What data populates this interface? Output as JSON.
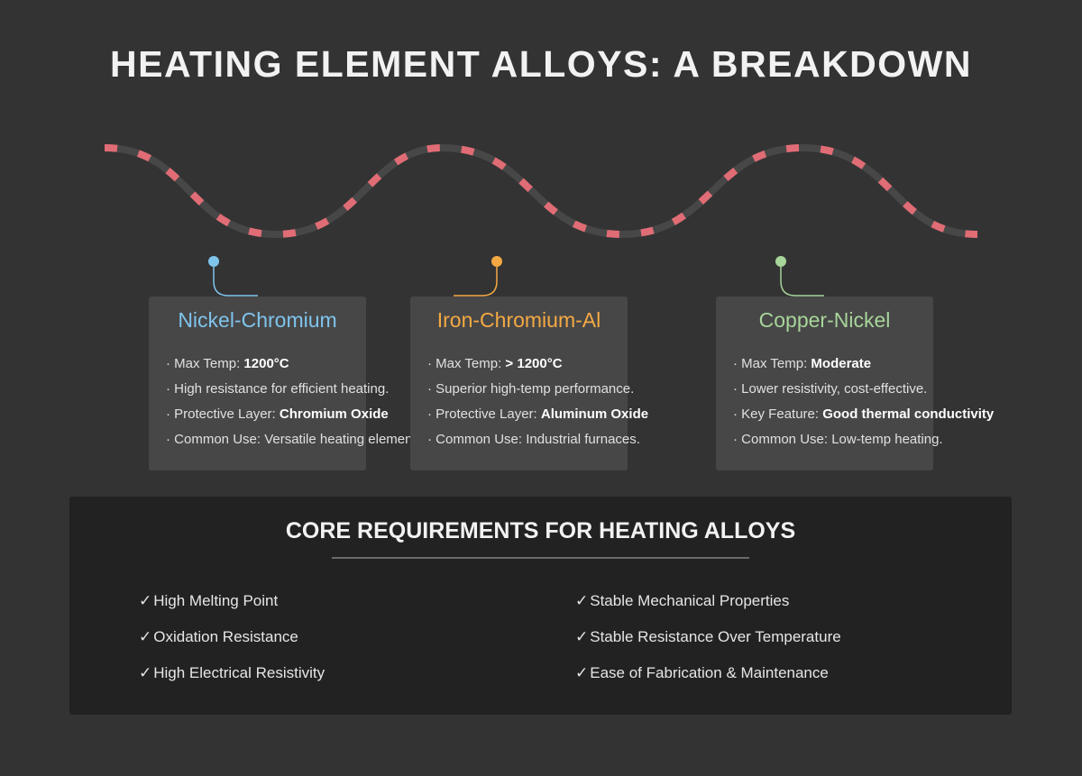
{
  "title": "HEATING ELEMENT ALLOYS: A BREAKDOWN",
  "colors": {
    "background": "#333333",
    "card": "#474747",
    "panel": "#222222",
    "wire": "#474747",
    "wire_dash": "#e06c75",
    "nickel_chromium": "#7fc4ed",
    "iron_chromium_al": "#f4a944",
    "copper_nickel": "#a8d59a"
  },
  "alloys": [
    {
      "name": "Nickel-Chromium",
      "color": "#7fc4ed",
      "bullet": "·",
      "items": [
        {
          "label": "Max Temp: ",
          "value": "1200°C"
        },
        {
          "label": "High resistance for efficient heating.",
          "value": ""
        },
        {
          "label": "Protective Layer: ",
          "value": "Chromium Oxide"
        },
        {
          "label": "Common Use: Versatile heating elements",
          "value": ""
        }
      ]
    },
    {
      "name": "Iron-Chromium-Al",
      "color": "#f4a944",
      "bullet": "·",
      "items": [
        {
          "label": "Max Temp: ",
          "value": "> 1200°C"
        },
        {
          "label": "Superior high-temp performance.",
          "value": ""
        },
        {
          "label": "Protective Layer: ",
          "value": "Aluminum Oxide"
        },
        {
          "label": "Common Use: Industrial furnaces.",
          "value": ""
        }
      ]
    },
    {
      "name": "Copper-Nickel",
      "color": "#a8d59a",
      "bullet": "·",
      "items": [
        {
          "label": "Max Temp: ",
          "value": "Moderate"
        },
        {
          "label": "Lower resistivity, cost-effective.",
          "value": ""
        },
        {
          "label": "Key Feature: ",
          "value": "Good thermal conductivity"
        },
        {
          "label": "Common Use: Low-temp heating.",
          "value": ""
        }
      ]
    }
  ],
  "requirements": {
    "title": "CORE REQUIREMENTS FOR HEATING ALLOYS",
    "check": "✓",
    "left": [
      "High Melting Point",
      "Oxidation Resistance",
      "High Electrical Resistivity"
    ],
    "right": [
      "Stable Mechanical Properties",
      "Stable Resistance Over Temperature",
      "Ease of Fabrication & Maintenance"
    ]
  }
}
